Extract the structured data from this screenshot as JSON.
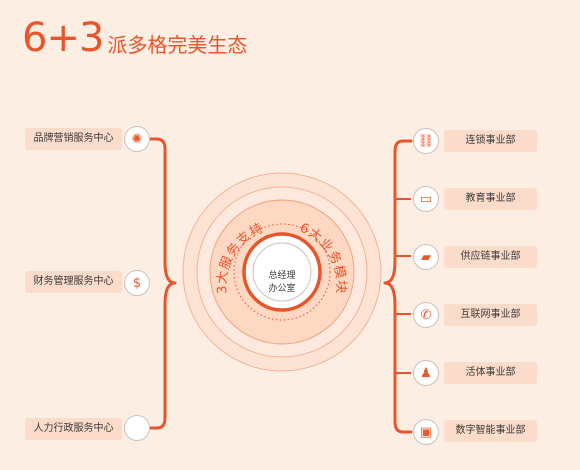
{
  "title": {
    "number": "6+3",
    "text": "派多格完美生态"
  },
  "center": {
    "line1": "总经理",
    "line2": "办公室"
  },
  "inner_ring": {
    "left_label": "3大服务支持",
    "right_label": "6大业务模块"
  },
  "left_items": [
    {
      "label": "品牌营销服务中心",
      "icon": "lightbulb-icon"
    },
    {
      "label": "财务管理服务中心",
      "icon": "money-icon"
    },
    {
      "label": "人力行政服务中心",
      "icon": "people-icon"
    }
  ],
  "right_items": [
    {
      "label": "连锁事业部",
      "icon": "link-icon"
    },
    {
      "label": "教育事业部",
      "icon": "book-icon"
    },
    {
      "label": "供应链事业部",
      "icon": "truck-icon"
    },
    {
      "label": "互联网事业部",
      "icon": "network-icon"
    },
    {
      "label": "活体事业部",
      "icon": "pet-icon"
    },
    {
      "label": "数字智能事业部",
      "icon": "digital-icon"
    }
  ],
  "colors": {
    "accent": "#e8552a",
    "background": "#fdeee4",
    "pill": "#fbdcca"
  }
}
